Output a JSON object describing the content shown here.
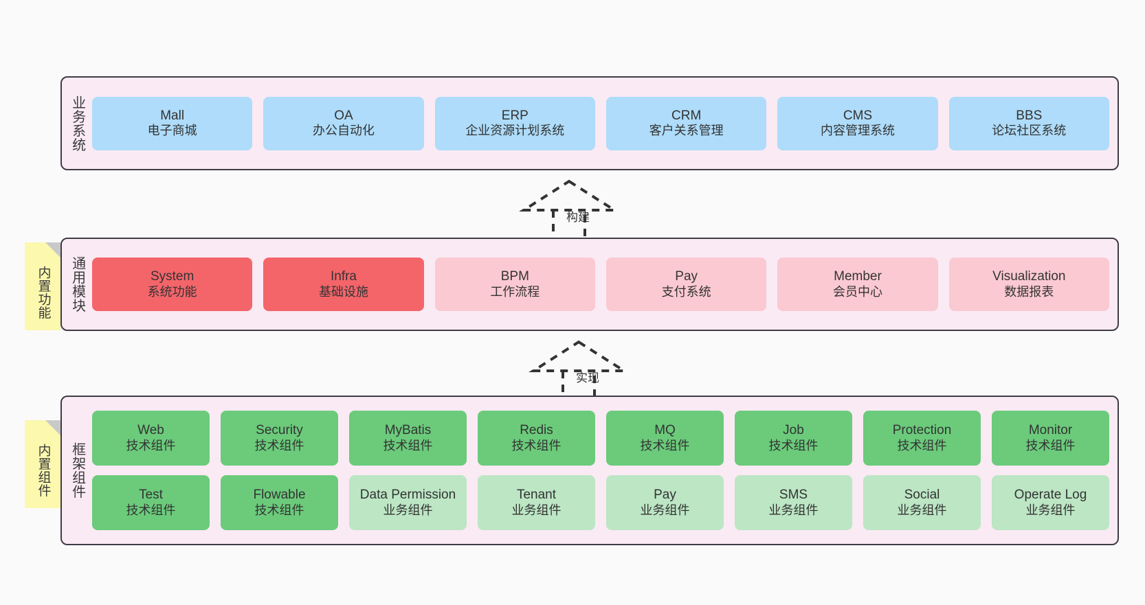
{
  "diagram": {
    "background_color": "#FAFAFA",
    "band_fill": "#FAEAF4",
    "band_border": "#3F3B44",
    "note_fill": "#FCF8AE",
    "colors": {
      "business": "#AEDCFA",
      "module_core": "#F4656A",
      "module_optional": "#FBC9D2",
      "tech_component": "#6BCB7B",
      "biz_component": "#BCE6C4"
    }
  },
  "bands": {
    "business": {
      "label": "业务系统",
      "cards": [
        {
          "title": "Mall",
          "subtitle": "电子商城",
          "style": "c-blue"
        },
        {
          "title": "OA",
          "subtitle": "办公自动化",
          "style": "c-blue"
        },
        {
          "title": "ERP",
          "subtitle": "企业资源计划系统",
          "style": "c-blue"
        },
        {
          "title": "CRM",
          "subtitle": "客户关系管理",
          "style": "c-blue"
        },
        {
          "title": "CMS",
          "subtitle": "内容管理系统",
          "style": "c-blue"
        },
        {
          "title": "BBS",
          "subtitle": "论坛社区系统",
          "style": "c-blue"
        }
      ]
    },
    "modules": {
      "label": "通用模块",
      "note": "内置功能",
      "cards": [
        {
          "title": "System",
          "subtitle": "系统功能",
          "style": "c-red"
        },
        {
          "title": "Infra",
          "subtitle": "基础设施",
          "style": "c-red"
        },
        {
          "title": "BPM",
          "subtitle": "工作流程",
          "style": "c-pink"
        },
        {
          "title": "Pay",
          "subtitle": "支付系统",
          "style": "c-pink"
        },
        {
          "title": "Member",
          "subtitle": "会员中心",
          "style": "c-pink"
        },
        {
          "title": "Visualization",
          "subtitle": "数据报表",
          "style": "c-pink"
        }
      ]
    },
    "framework": {
      "label": "框架组件",
      "note": "内置组件",
      "row1": [
        {
          "title": "Web",
          "subtitle": "技术组件",
          "style": "c-green"
        },
        {
          "title": "Security",
          "subtitle": "技术组件",
          "style": "c-green"
        },
        {
          "title": "MyBatis",
          "subtitle": "技术组件",
          "style": "c-green"
        },
        {
          "title": "Redis",
          "subtitle": "技术组件",
          "style": "c-green"
        },
        {
          "title": "MQ",
          "subtitle": "技术组件",
          "style": "c-green"
        },
        {
          "title": "Job",
          "subtitle": "技术组件",
          "style": "c-green"
        },
        {
          "title": "Protection",
          "subtitle": "技术组件",
          "style": "c-green"
        },
        {
          "title": "Monitor",
          "subtitle": "技术组件",
          "style": "c-green"
        }
      ],
      "row2": [
        {
          "title": "Test",
          "subtitle": "技术组件",
          "style": "c-green"
        },
        {
          "title": "Flowable",
          "subtitle": "技术组件",
          "style": "c-green"
        },
        {
          "title": "Data Permission",
          "subtitle": "业务组件",
          "style": "c-green-light"
        },
        {
          "title": "Tenant",
          "subtitle": "业务组件",
          "style": "c-green-light"
        },
        {
          "title": "Pay",
          "subtitle": "业务组件",
          "style": "c-green-light"
        },
        {
          "title": "SMS",
          "subtitle": "业务组件",
          "style": "c-green-light"
        },
        {
          "title": "Social",
          "subtitle": "业务组件",
          "style": "c-green-light"
        },
        {
          "title": "Operate Log",
          "subtitle": "业务组件",
          "style": "c-green-light"
        }
      ]
    }
  },
  "connectors": [
    {
      "label": "构建",
      "from": "通用模块",
      "to": "业务系统"
    },
    {
      "label": "实现",
      "from": "框架组件",
      "to": "通用模块"
    }
  ]
}
